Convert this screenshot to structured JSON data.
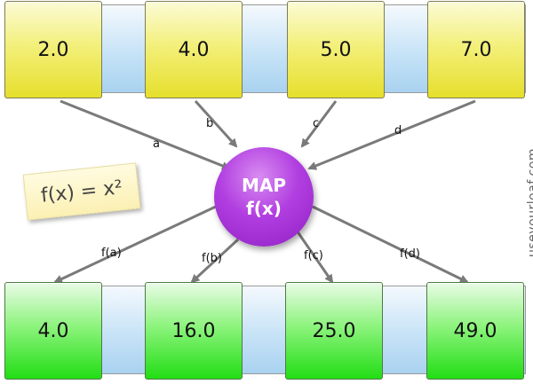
{
  "inputs": [
    {
      "value": "2.0"
    },
    {
      "value": "4.0"
    },
    {
      "value": "5.0"
    },
    {
      "value": "7.0"
    }
  ],
  "outputs": [
    {
      "value": "4.0"
    },
    {
      "value": "16.0"
    },
    {
      "value": "25.0"
    },
    {
      "value": "49.0"
    }
  ],
  "input_labels": [
    "a",
    "b",
    "c",
    "d"
  ],
  "output_labels": [
    "f(a)",
    "f(b)",
    "f(c)",
    "f(d)"
  ],
  "map": {
    "title": "MAP",
    "func": "f(x)"
  },
  "note": "f(x) = x²",
  "watermark": "useyourloaf.com",
  "colors": {
    "input_cell": "#ece63e",
    "output_cell": "#2ee01f",
    "map_circle": "#b13ee0",
    "strip": "#bfe0f5",
    "arrow": "#7a7a7a"
  }
}
